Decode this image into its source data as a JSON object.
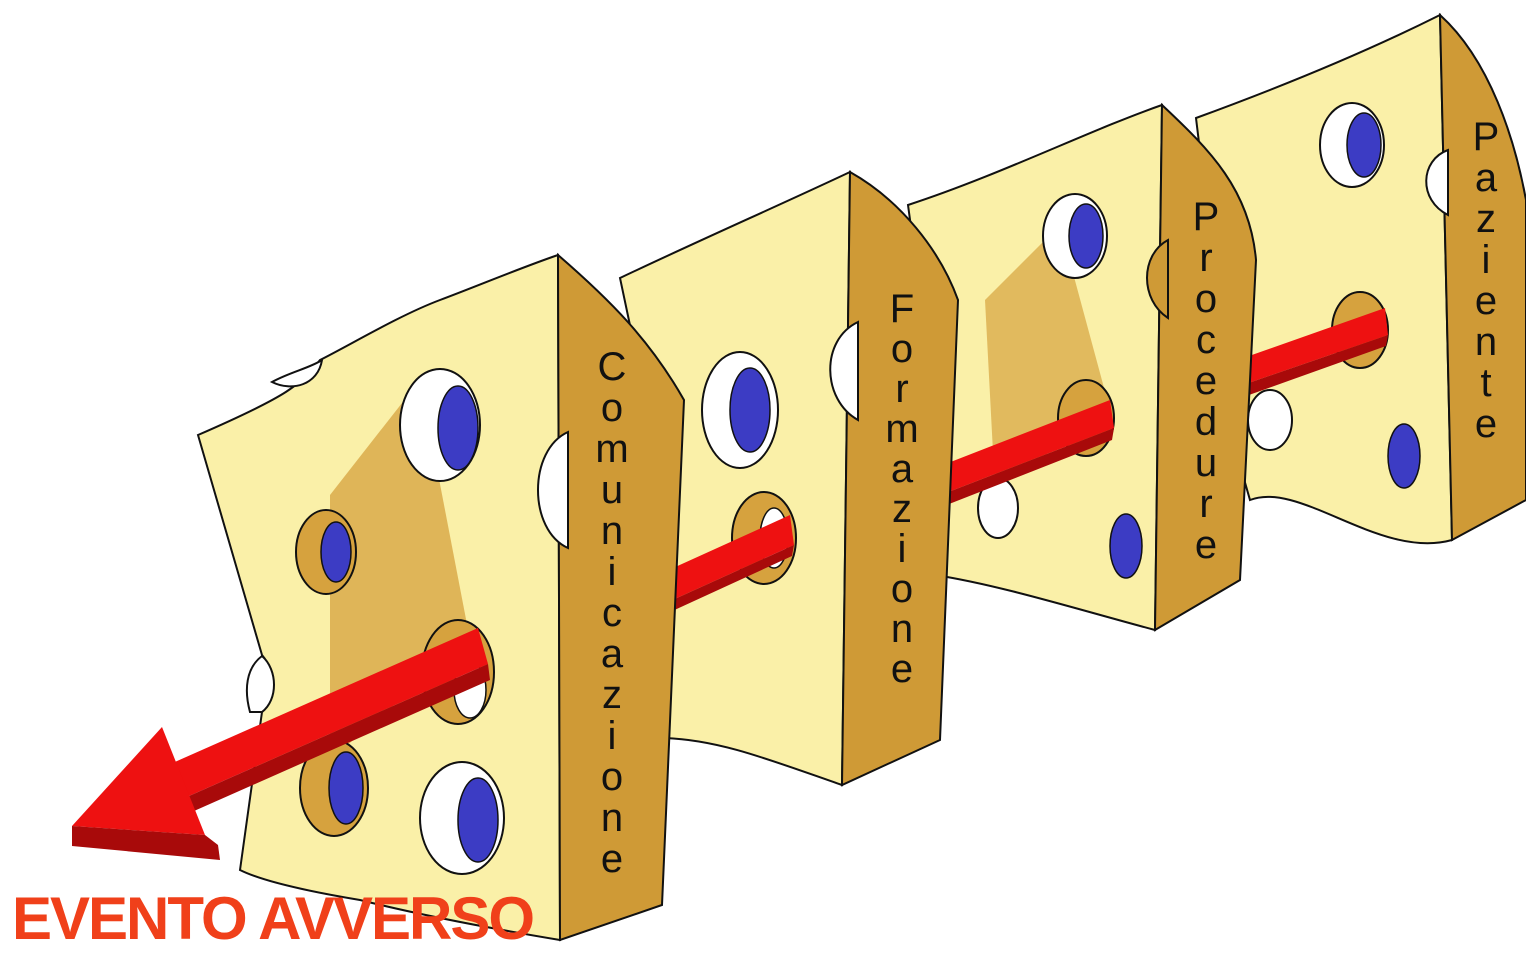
{
  "layers": [
    {
      "name": "layer-comunicazione",
      "label": "Comunicazione"
    },
    {
      "name": "layer-formazione",
      "label": "Formazione"
    },
    {
      "name": "layer-procedure",
      "label": "Procedure"
    },
    {
      "name": "layer-paziente",
      "label": "Paziente"
    }
  ],
  "outcome": {
    "label": "EVENTO AVVERSO"
  },
  "colors": {
    "cheese_face": "#faf0a8",
    "cheese_side": "#cf9a36",
    "hole_depth": "#d6a23e",
    "hole_blue": "#3c3cc4",
    "arrow_red": "#ee1111",
    "arrow_dark": "#a80a0a",
    "outcome_text": "#f0401a"
  }
}
